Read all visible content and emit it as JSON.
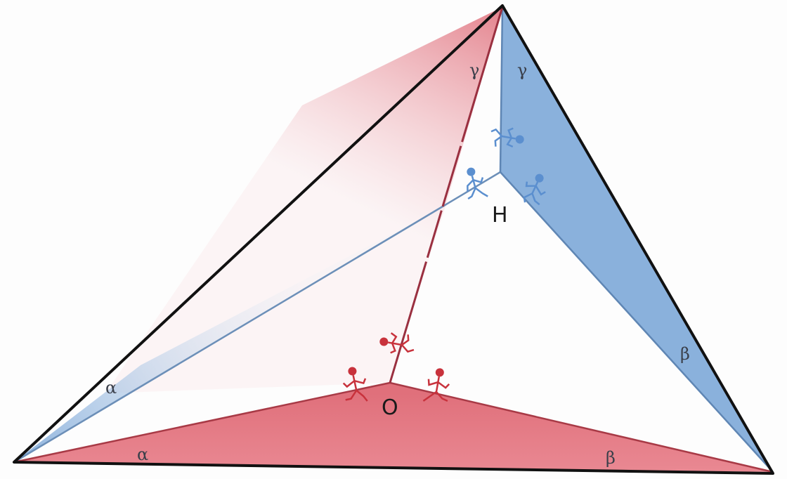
{
  "points": {
    "h": "H",
    "o": "O"
  },
  "angles": {
    "alpha": "α",
    "beta": "β",
    "gamma": "γ"
  },
  "colors": {
    "outline": "#111111",
    "red_face": "#e0707a",
    "blue_face": "#7fa8d8",
    "red_figure": "#c8323c",
    "blue_figure": "#5b8fcf"
  },
  "icons": [
    "red-stick-figure-icon",
    "blue-stick-figure-icon"
  ]
}
